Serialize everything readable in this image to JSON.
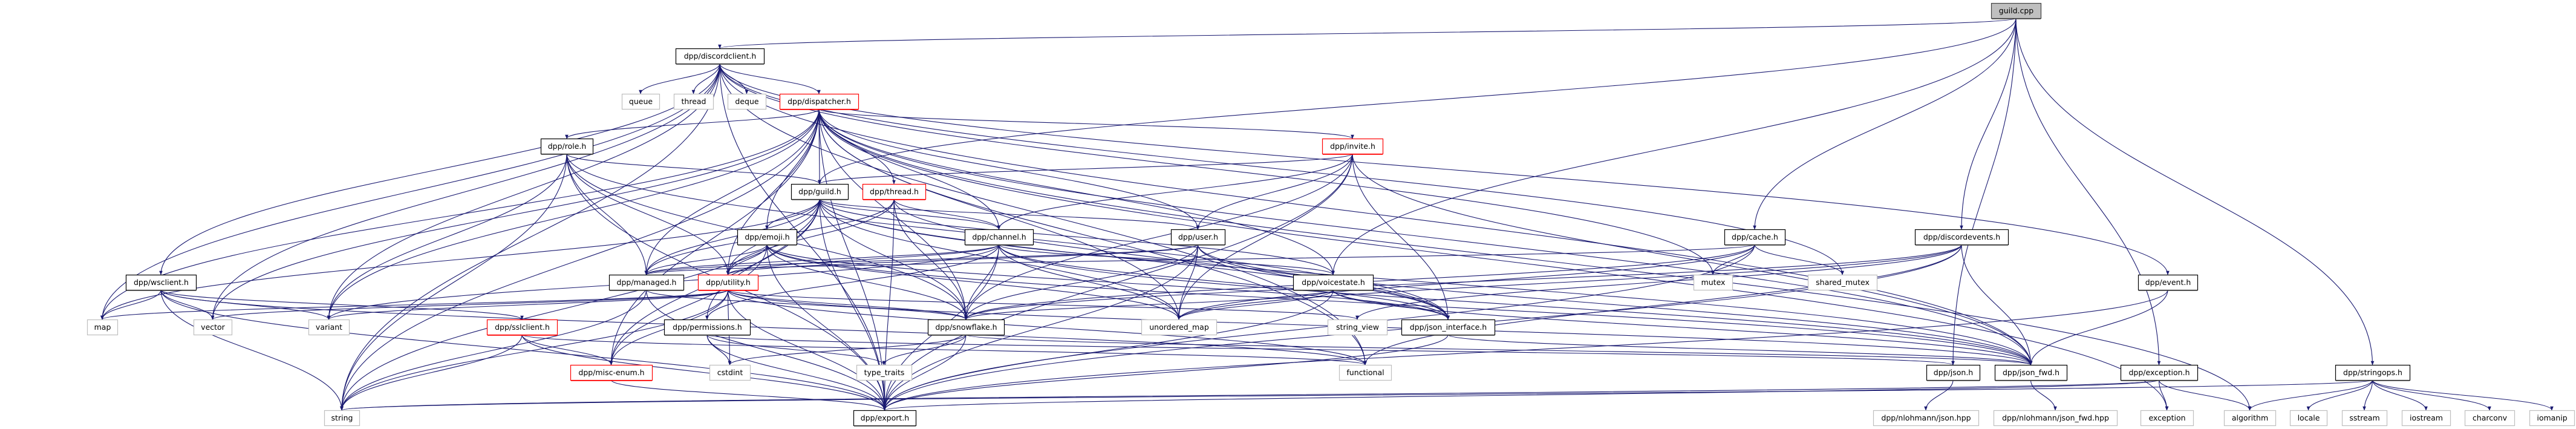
{
  "graph": {
    "title": "guild.cpp include dependency graph",
    "colors": {
      "edge": "#191970",
      "root_fill": "#bfbfbf",
      "documented_border": "#000000",
      "truncated_border": "#ff0000",
      "external_border": "#bfbfbf"
    },
    "nodes": [
      {
        "id": "guild_cpp",
        "label": "guild.cpp",
        "kind": "root"
      },
      {
        "id": "discordclient",
        "label": "dpp/discordclient.h",
        "kind": "documented"
      },
      {
        "id": "queue",
        "label": "queue",
        "kind": "external"
      },
      {
        "id": "thread",
        "label": "thread",
        "kind": "external"
      },
      {
        "id": "deque",
        "label": "deque",
        "kind": "external"
      },
      {
        "id": "dispatcher",
        "label": "dpp/dispatcher.h",
        "kind": "truncated"
      },
      {
        "id": "role",
        "label": "dpp/role.h",
        "kind": "documented"
      },
      {
        "id": "invite",
        "label": "dpp/invite.h",
        "kind": "truncated"
      },
      {
        "id": "guild",
        "label": "dpp/guild.h",
        "kind": "documented"
      },
      {
        "id": "thread_h",
        "label": "dpp/thread.h",
        "kind": "truncated"
      },
      {
        "id": "emoji",
        "label": "dpp/emoji.h",
        "kind": "documented"
      },
      {
        "id": "channel",
        "label": "dpp/channel.h",
        "kind": "documented"
      },
      {
        "id": "user",
        "label": "dpp/user.h",
        "kind": "documented"
      },
      {
        "id": "cache",
        "label": "dpp/cache.h",
        "kind": "documented"
      },
      {
        "id": "discordevents",
        "label": "dpp/discordevents.h",
        "kind": "documented"
      },
      {
        "id": "wsclient",
        "label": "dpp/wsclient.h",
        "kind": "documented"
      },
      {
        "id": "managed",
        "label": "dpp/managed.h",
        "kind": "documented"
      },
      {
        "id": "utility",
        "label": "dpp/utility.h",
        "kind": "truncated"
      },
      {
        "id": "voicestate",
        "label": "dpp/voicestate.h",
        "kind": "documented"
      },
      {
        "id": "mutex",
        "label": "mutex",
        "kind": "external"
      },
      {
        "id": "shared_mutex",
        "label": "shared_mutex",
        "kind": "external"
      },
      {
        "id": "event",
        "label": "dpp/event.h",
        "kind": "documented"
      },
      {
        "id": "map",
        "label": "map",
        "kind": "external"
      },
      {
        "id": "vector",
        "label": "vector",
        "kind": "external"
      },
      {
        "id": "variant",
        "label": "variant",
        "kind": "external"
      },
      {
        "id": "sslclient",
        "label": "dpp/sslclient.h",
        "kind": "truncated"
      },
      {
        "id": "permissions",
        "label": "dpp/permissions.h",
        "kind": "documented"
      },
      {
        "id": "snowflake",
        "label": "dpp/snowflake.h",
        "kind": "documented"
      },
      {
        "id": "unordered_map",
        "label": "unordered_map",
        "kind": "external"
      },
      {
        "id": "string_view",
        "label": "string_view",
        "kind": "external"
      },
      {
        "id": "json_interface",
        "label": "dpp/json_interface.h",
        "kind": "documented"
      },
      {
        "id": "misc_enum",
        "label": "dpp/misc-enum.h",
        "kind": "truncated"
      },
      {
        "id": "cstdint",
        "label": "cstdint",
        "kind": "external"
      },
      {
        "id": "type_traits",
        "label": "type_traits",
        "kind": "external"
      },
      {
        "id": "functional",
        "label": "functional",
        "kind": "external"
      },
      {
        "id": "json",
        "label": "dpp/json.h",
        "kind": "documented"
      },
      {
        "id": "json_fwd",
        "label": "dpp/json_fwd.h",
        "kind": "documented"
      },
      {
        "id": "exception_h",
        "label": "dpp/exception.h",
        "kind": "documented"
      },
      {
        "id": "stringops",
        "label": "dpp/stringops.h",
        "kind": "documented"
      },
      {
        "id": "string",
        "label": "string",
        "kind": "external"
      },
      {
        "id": "export",
        "label": "dpp/export.h",
        "kind": "documented"
      },
      {
        "id": "nlohmann_json",
        "label": "dpp/nlohmann/json.hpp",
        "kind": "external"
      },
      {
        "id": "nlohmann_json_fwd",
        "label": "dpp/nlohmann/json_fwd.hpp",
        "kind": "external"
      },
      {
        "id": "exception",
        "label": "exception",
        "kind": "external"
      },
      {
        "id": "algorithm",
        "label": "algorithm",
        "kind": "external"
      },
      {
        "id": "locale",
        "label": "locale",
        "kind": "external"
      },
      {
        "id": "sstream",
        "label": "sstream",
        "kind": "external"
      },
      {
        "id": "iostream",
        "label": "iostream",
        "kind": "external"
      },
      {
        "id": "charconv",
        "label": "charconv",
        "kind": "external"
      },
      {
        "id": "iomanip",
        "label": "iomanip",
        "kind": "external"
      }
    ],
    "edges": [
      [
        "guild_cpp",
        "discordclient"
      ],
      [
        "guild_cpp",
        "guild"
      ],
      [
        "guild_cpp",
        "voicestate"
      ],
      [
        "guild_cpp",
        "cache"
      ],
      [
        "guild_cpp",
        "discordevents"
      ],
      [
        "guild_cpp",
        "json"
      ],
      [
        "guild_cpp",
        "exception_h"
      ],
      [
        "guild_cpp",
        "stringops"
      ],
      [
        "discordclient",
        "string"
      ],
      [
        "discordclient",
        "map"
      ],
      [
        "discordclient",
        "vector"
      ],
      [
        "discordclient",
        "variant"
      ],
      [
        "discordclient",
        "wsclient"
      ],
      [
        "discordclient",
        "queue"
      ],
      [
        "discordclient",
        "thread"
      ],
      [
        "discordclient",
        "deque"
      ],
      [
        "discordclient",
        "dispatcher"
      ],
      [
        "discordclient",
        "export"
      ],
      [
        "discordclient",
        "mutex"
      ],
      [
        "discordclient",
        "shared_mutex"
      ],
      [
        "discordclient",
        "event"
      ],
      [
        "discordclient",
        "json_fwd"
      ],
      [
        "discordclient",
        "functional"
      ],
      [
        "dispatcher",
        "export"
      ],
      [
        "dispatcher",
        "string"
      ],
      [
        "dispatcher",
        "map"
      ],
      [
        "dispatcher",
        "variant"
      ],
      [
        "dispatcher",
        "vector"
      ],
      [
        "dispatcher",
        "snowflake"
      ],
      [
        "dispatcher",
        "managed"
      ],
      [
        "dispatcher",
        "utility"
      ],
      [
        "dispatcher",
        "role"
      ],
      [
        "dispatcher",
        "user"
      ],
      [
        "dispatcher",
        "channel"
      ],
      [
        "dispatcher",
        "guild"
      ],
      [
        "dispatcher",
        "invite"
      ],
      [
        "dispatcher",
        "thread_h"
      ],
      [
        "dispatcher",
        "emoji"
      ],
      [
        "dispatcher",
        "misc_enum"
      ],
      [
        "dispatcher",
        "json_fwd"
      ],
      [
        "dispatcher",
        "functional"
      ],
      [
        "dispatcher",
        "algorithm"
      ],
      [
        "dispatcher",
        "exception"
      ],
      [
        "dispatcher",
        "voicestate"
      ],
      [
        "dispatcher",
        "unordered_map"
      ],
      [
        "role",
        "export"
      ],
      [
        "role",
        "string"
      ],
      [
        "role",
        "variant"
      ],
      [
        "role",
        "managed"
      ],
      [
        "role",
        "snowflake"
      ],
      [
        "role",
        "json_interface"
      ],
      [
        "role",
        "guild"
      ],
      [
        "role",
        "utility"
      ],
      [
        "invite",
        "export"
      ],
      [
        "invite",
        "snowflake"
      ],
      [
        "invite",
        "guild"
      ],
      [
        "invite",
        "channel"
      ],
      [
        "invite",
        "user"
      ],
      [
        "invite",
        "unordered_map"
      ],
      [
        "invite",
        "json_interface"
      ],
      [
        "invite",
        "json_fwd"
      ],
      [
        "guild",
        "export"
      ],
      [
        "guild",
        "snowflake"
      ],
      [
        "guild",
        "managed"
      ],
      [
        "guild",
        "utility"
      ],
      [
        "guild",
        "voicestate"
      ],
      [
        "guild",
        "channel"
      ],
      [
        "guild",
        "user"
      ],
      [
        "guild",
        "emoji"
      ],
      [
        "guild",
        "string"
      ],
      [
        "guild",
        "unordered_map"
      ],
      [
        "guild",
        "map"
      ],
      [
        "guild",
        "json_interface"
      ],
      [
        "guild",
        "json_fwd"
      ],
      [
        "guild",
        "permissions"
      ],
      [
        "guild",
        "misc_enum"
      ],
      [
        "thread_h",
        "export"
      ],
      [
        "thread_h",
        "snowflake"
      ],
      [
        "thread_h",
        "managed"
      ],
      [
        "thread_h",
        "channel"
      ],
      [
        "thread_h",
        "json_interface"
      ],
      [
        "thread_h",
        "utility"
      ],
      [
        "emoji",
        "export"
      ],
      [
        "emoji",
        "snowflake"
      ],
      [
        "emoji",
        "managed"
      ],
      [
        "emoji",
        "utility"
      ],
      [
        "emoji",
        "unordered_map"
      ],
      [
        "emoji",
        "misc_enum"
      ],
      [
        "emoji",
        "json_interface"
      ],
      [
        "emoji",
        "json_fwd"
      ],
      [
        "channel",
        "export"
      ],
      [
        "channel",
        "snowflake"
      ],
      [
        "channel",
        "managed"
      ],
      [
        "channel",
        "utility"
      ],
      [
        "channel",
        "voicestate"
      ],
      [
        "channel",
        "json_fwd"
      ],
      [
        "channel",
        "permissions"
      ],
      [
        "channel",
        "unordered_map"
      ],
      [
        "channel",
        "variant"
      ],
      [
        "channel",
        "json_interface"
      ],
      [
        "user",
        "export"
      ],
      [
        "user",
        "snowflake"
      ],
      [
        "user",
        "managed"
      ],
      [
        "user",
        "utility"
      ],
      [
        "user",
        "json_fwd"
      ],
      [
        "user",
        "json_interface"
      ],
      [
        "user",
        "unordered_map"
      ],
      [
        "cache",
        "export"
      ],
      [
        "cache",
        "snowflake"
      ],
      [
        "cache",
        "managed"
      ],
      [
        "cache",
        "unordered_map"
      ],
      [
        "cache",
        "mutex"
      ],
      [
        "cache",
        "shared_mutex"
      ],
      [
        "discordevents",
        "export"
      ],
      [
        "discordevents",
        "snowflake"
      ],
      [
        "discordevents",
        "json_fwd"
      ],
      [
        "discordevents",
        "unordered_map"
      ],
      [
        "discordevents",
        "functional"
      ],
      [
        "discordevents",
        "string_view"
      ],
      [
        "wsclient",
        "export"
      ],
      [
        "wsclient",
        "string"
      ],
      [
        "wsclient",
        "map"
      ],
      [
        "wsclient",
        "vector"
      ],
      [
        "wsclient",
        "variant"
      ],
      [
        "wsclient",
        "sslclient"
      ],
      [
        "wsclient",
        "functional"
      ],
      [
        "managed",
        "export"
      ],
      [
        "managed",
        "snowflake"
      ],
      [
        "managed",
        "string"
      ],
      [
        "utility",
        "export"
      ],
      [
        "utility",
        "snowflake"
      ],
      [
        "utility",
        "misc_enum"
      ],
      [
        "utility",
        "string"
      ],
      [
        "utility",
        "string_view"
      ],
      [
        "utility",
        "functional"
      ],
      [
        "utility",
        "json_fwd"
      ],
      [
        "utility",
        "vector"
      ],
      [
        "utility",
        "map"
      ],
      [
        "utility",
        "variant"
      ],
      [
        "utility",
        "cstdint"
      ],
      [
        "voicestate",
        "export"
      ],
      [
        "voicestate",
        "snowflake"
      ],
      [
        "voicestate",
        "unordered_map"
      ],
      [
        "voicestate",
        "json_fwd"
      ],
      [
        "voicestate",
        "json_interface"
      ],
      [
        "event",
        "export"
      ],
      [
        "event",
        "json_fwd"
      ],
      [
        "sslclient",
        "export"
      ],
      [
        "sslclient",
        "string"
      ],
      [
        "sslclient",
        "misc_enum"
      ],
      [
        "sslclient",
        "functional"
      ],
      [
        "permissions",
        "cstdint"
      ],
      [
        "permissions",
        "type_traits"
      ],
      [
        "permissions",
        "export"
      ],
      [
        "permissions",
        "json"
      ],
      [
        "snowflake",
        "export"
      ],
      [
        "snowflake",
        "json_fwd"
      ],
      [
        "snowflake",
        "type_traits"
      ],
      [
        "snowflake",
        "cstdint"
      ],
      [
        "json_interface",
        "export"
      ],
      [
        "json_interface",
        "json_fwd"
      ],
      [
        "misc_enum",
        "export"
      ],
      [
        "json",
        "nlohmann_json"
      ],
      [
        "json_fwd",
        "nlohmann_json_fwd"
      ],
      [
        "exception_h",
        "exception"
      ],
      [
        "exception_h",
        "algorithm"
      ],
      [
        "exception_h",
        "string"
      ],
      [
        "exception_h",
        "export"
      ],
      [
        "stringops",
        "string"
      ],
      [
        "stringops",
        "algorithm"
      ],
      [
        "stringops",
        "locale"
      ],
      [
        "stringops",
        "sstream"
      ],
      [
        "stringops",
        "iostream"
      ],
      [
        "stringops",
        "charconv"
      ],
      [
        "stringops",
        "iomanip"
      ]
    ]
  }
}
